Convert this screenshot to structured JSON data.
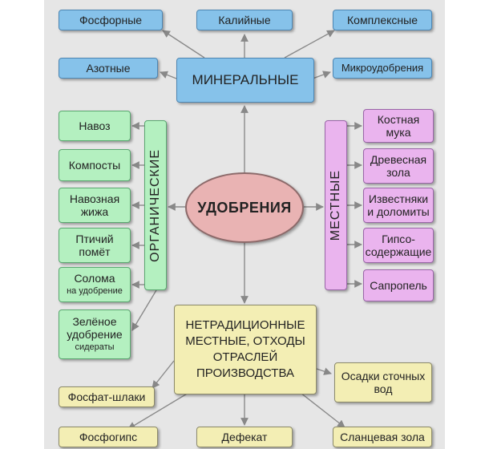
{
  "center": "УДОБРЕНИЯ",
  "mineral": {
    "title": "МИНЕРАЛЬНЫЕ",
    "items": [
      "Фосфорные",
      "Калийные",
      "Комплексные",
      "Азотные",
      "Микроудобрения"
    ]
  },
  "organic": {
    "title": "ОРГАНИЧЕСКИЕ",
    "items": [
      "Навоз",
      "Компосты",
      "Навозная\nжижа",
      "Птичий\nпомёт"
    ],
    "straw_main": "Солома",
    "straw_sub": "на удобрение",
    "green_main": "Зелёное\nудобрение",
    "green_sub": "сидераты"
  },
  "local": {
    "title": "МЕСТНЫЕ",
    "items": [
      "Костная\nмука",
      "Древесная\nзола",
      "Известняки\nи доломиты",
      "Гипсо-\nсодержащие",
      "Сапропель"
    ]
  },
  "nontraditional": {
    "title": "НЕТРАДИЦИОННЫЕ\nМЕСТНЫЕ, ОТХОДЫ\nОТРАСЛЕЙ\nПРОИЗВОДСТВА",
    "items": [
      "Фосфат-шлаки",
      "Осадки сточных\nвод",
      "Фосфогипс",
      "Дефекат",
      "Сланцевая зола"
    ]
  }
}
